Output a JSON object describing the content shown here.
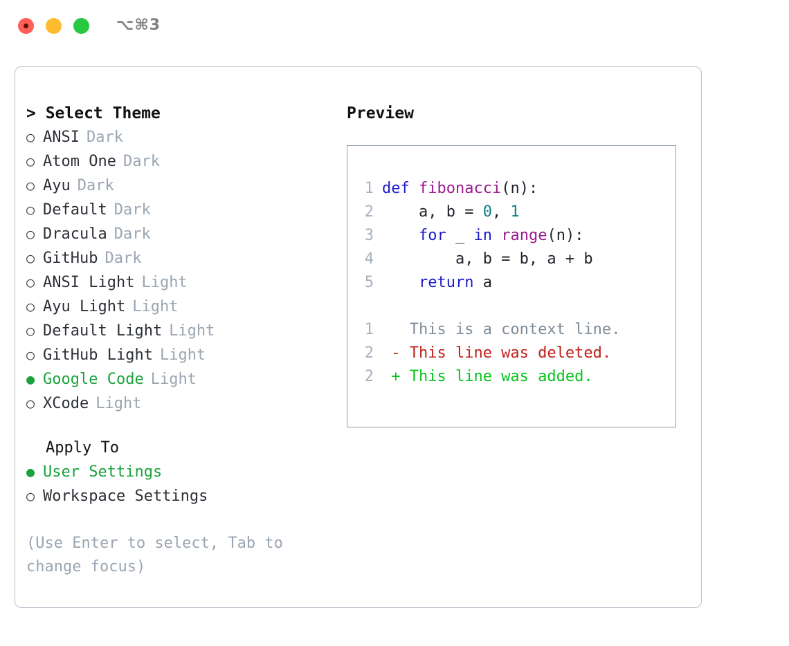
{
  "titlebar": {
    "shortcut": "⌥⌘3",
    "buttons": [
      {
        "name": "close",
        "color": "#ff5f57"
      },
      {
        "name": "minimize",
        "color": "#febc2e"
      },
      {
        "name": "maximize",
        "color": "#28c840"
      }
    ]
  },
  "theme_picker": {
    "title": "> Select Theme",
    "caret": ">",
    "selected_marker": "●",
    "unselected_marker": "○",
    "accent_color": "#1aa33c",
    "options": [
      {
        "label": "ANSI",
        "suffix": "Dark",
        "selected": false
      },
      {
        "label": "Atom One",
        "suffix": "Dark",
        "selected": false
      },
      {
        "label": "Ayu",
        "suffix": "Dark",
        "selected": false
      },
      {
        "label": "Default",
        "suffix": "Dark",
        "selected": false
      },
      {
        "label": "Dracula",
        "suffix": "Dark",
        "selected": false
      },
      {
        "label": "GitHub",
        "suffix": "Dark",
        "selected": false
      },
      {
        "label": "ANSI Light",
        "suffix": "Light",
        "selected": false
      },
      {
        "label": "Ayu Light",
        "suffix": "Light",
        "selected": false
      },
      {
        "label": "Default Light",
        "suffix": "Light",
        "selected": false
      },
      {
        "label": "GitHub Light",
        "suffix": "Light",
        "selected": false
      },
      {
        "label": "Google Code",
        "suffix": "Light",
        "selected": true
      },
      {
        "label": "XCode",
        "suffix": "Light",
        "selected": false
      }
    ]
  },
  "apply_to": {
    "title": "Apply To",
    "options": [
      {
        "label": "User Settings",
        "selected": true
      },
      {
        "label": "Workspace Settings",
        "selected": false
      }
    ]
  },
  "hint": "(Use Enter to select, Tab to change focus)",
  "preview": {
    "title": "Preview",
    "code_lines": [
      {
        "no": "1",
        "tokens": [
          {
            "t": "def ",
            "c": "kw"
          },
          {
            "t": "fibonacci",
            "c": "fn"
          },
          {
            "t": "(n):",
            "c": "punc"
          }
        ]
      },
      {
        "no": "2",
        "tokens": [
          {
            "t": "    a, b ",
            "c": "id"
          },
          {
            "t": "= ",
            "c": "punc"
          },
          {
            "t": "0",
            "c": "num"
          },
          {
            "t": ", ",
            "c": "punc"
          },
          {
            "t": "1",
            "c": "num"
          }
        ]
      },
      {
        "no": "3",
        "tokens": [
          {
            "t": "    ",
            "c": "id"
          },
          {
            "t": "for ",
            "c": "kw"
          },
          {
            "t": "_ ",
            "c": "id"
          },
          {
            "t": "in ",
            "c": "kw"
          },
          {
            "t": "range",
            "c": "fn"
          },
          {
            "t": "(n):",
            "c": "punc"
          }
        ]
      },
      {
        "no": "4",
        "tokens": [
          {
            "t": "        a, b = b, a + b",
            "c": "id"
          }
        ]
      },
      {
        "no": "5",
        "tokens": [
          {
            "t": "    ",
            "c": "id"
          },
          {
            "t": "return ",
            "c": "kw"
          },
          {
            "t": "a",
            "c": "id"
          }
        ]
      },
      {
        "no": "",
        "tokens": []
      },
      {
        "no": "1",
        "tokens": [
          {
            "t": "   This is a context line.",
            "c": "ctx"
          }
        ]
      },
      {
        "no": "2",
        "tokens": [
          {
            "t": " - This line was deleted.",
            "c": "del"
          }
        ]
      },
      {
        "no": "2",
        "tokens": [
          {
            "t": " + This line was added.",
            "c": "add"
          }
        ]
      }
    ]
  }
}
